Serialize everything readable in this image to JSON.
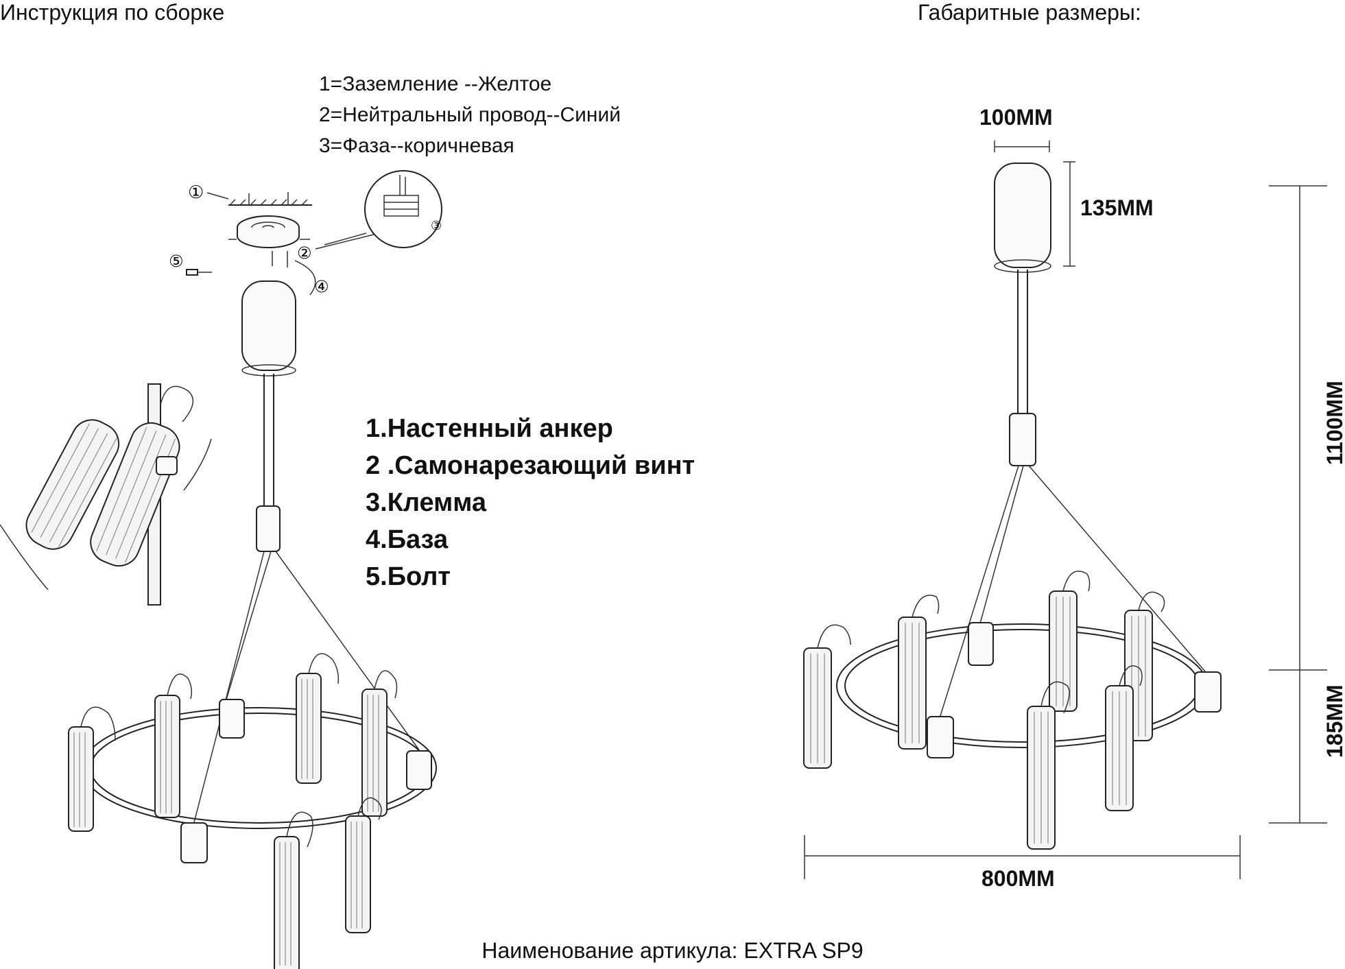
{
  "titles": {
    "left": "Инструкция по сборке",
    "right": "Габаритные размеры:"
  },
  "wiring": [
    "1=Заземление --Желтое",
    "2=Нейтральный провод--Синий",
    "3=Фаза--коричневая"
  ],
  "parts": [
    "1.Настенный анкер",
    "2 .Самонарезающий винт",
    "3.Клемма",
    "4.База",
    "5.Болт"
  ],
  "callouts": [
    "①",
    "②",
    "③",
    "④",
    "⑤"
  ],
  "dimensions": {
    "canopy_width": "100MM",
    "canopy_height": "135MM",
    "total_height": "1100MM",
    "fixture_height": "185MM",
    "diameter": "800MM"
  },
  "article": "Наименование артикула: EXTRA SP9"
}
